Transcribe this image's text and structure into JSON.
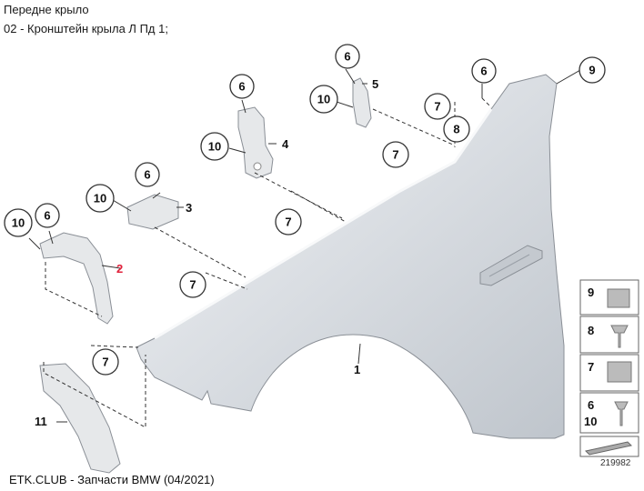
{
  "header": {
    "title": "Передне крыло",
    "subtitle": "02 - Кронштейн крыла Л Пд 1;"
  },
  "footer": {
    "text": "ETK.CLUB - Запчасти BMW (04/2021)"
  },
  "diagram": {
    "image_number": "219982",
    "highlighted_part": "2",
    "callouts": [
      "6",
      "10",
      "4",
      "5",
      "7",
      "8",
      "9",
      "3",
      "2",
      "1",
      "11"
    ],
    "legend": {
      "items": [
        "9",
        "8",
        "7",
        "6",
        "10"
      ]
    }
  },
  "colors": {
    "fender": "#d5d9de",
    "highlight": "#e0203a",
    "outline": "#333333"
  }
}
